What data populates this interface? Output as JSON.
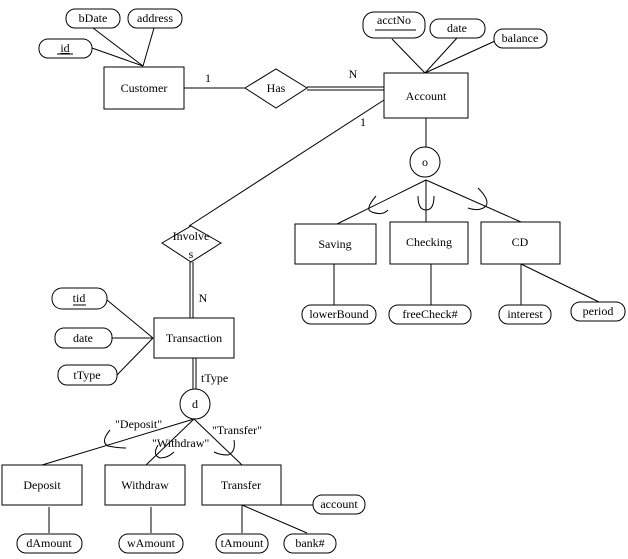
{
  "diagram": {
    "type": "EER diagram",
    "entities": {
      "customer": "Customer",
      "account": "Account",
      "saving": "Saving",
      "checking": "Checking",
      "cd": "CD",
      "transaction": "Transaction",
      "deposit": "Deposit",
      "withdraw": "Withdraw",
      "transfer": "Transfer"
    },
    "relationships": {
      "has": "Has",
      "involves_line1": "Involve",
      "involves_line2": "s"
    },
    "attributes": {
      "customer_id": "id",
      "customer_bdate": "bDate",
      "customer_address": "address",
      "account_acctno": "acctNo",
      "account_date": "date",
      "account_balance": "balance",
      "saving_lowerbound": "lowerBound",
      "checking_freecheck": "freeCheck#",
      "cd_interest": "interest",
      "cd_period": "period",
      "transaction_tid": "tid",
      "transaction_date": "date",
      "transaction_ttype": "tType",
      "deposit_damount": "dAmount",
      "withdraw_wamount": "wAmount",
      "transfer_tamount": "tAmount",
      "transfer_bank": "bank#",
      "transfer_account": "account"
    },
    "cardinalities": {
      "has_customer": "1",
      "has_account": "N",
      "involves_account": "1",
      "involves_transaction": "N"
    },
    "specializations": {
      "account_overlap": "o",
      "transaction_disjoint": "d",
      "transaction_discriminator": "tType",
      "deposit_condition": "\"Deposit\"",
      "withdraw_condition": "\"Withdraw\"",
      "transfer_condition": "\"Transfer\""
    }
  }
}
